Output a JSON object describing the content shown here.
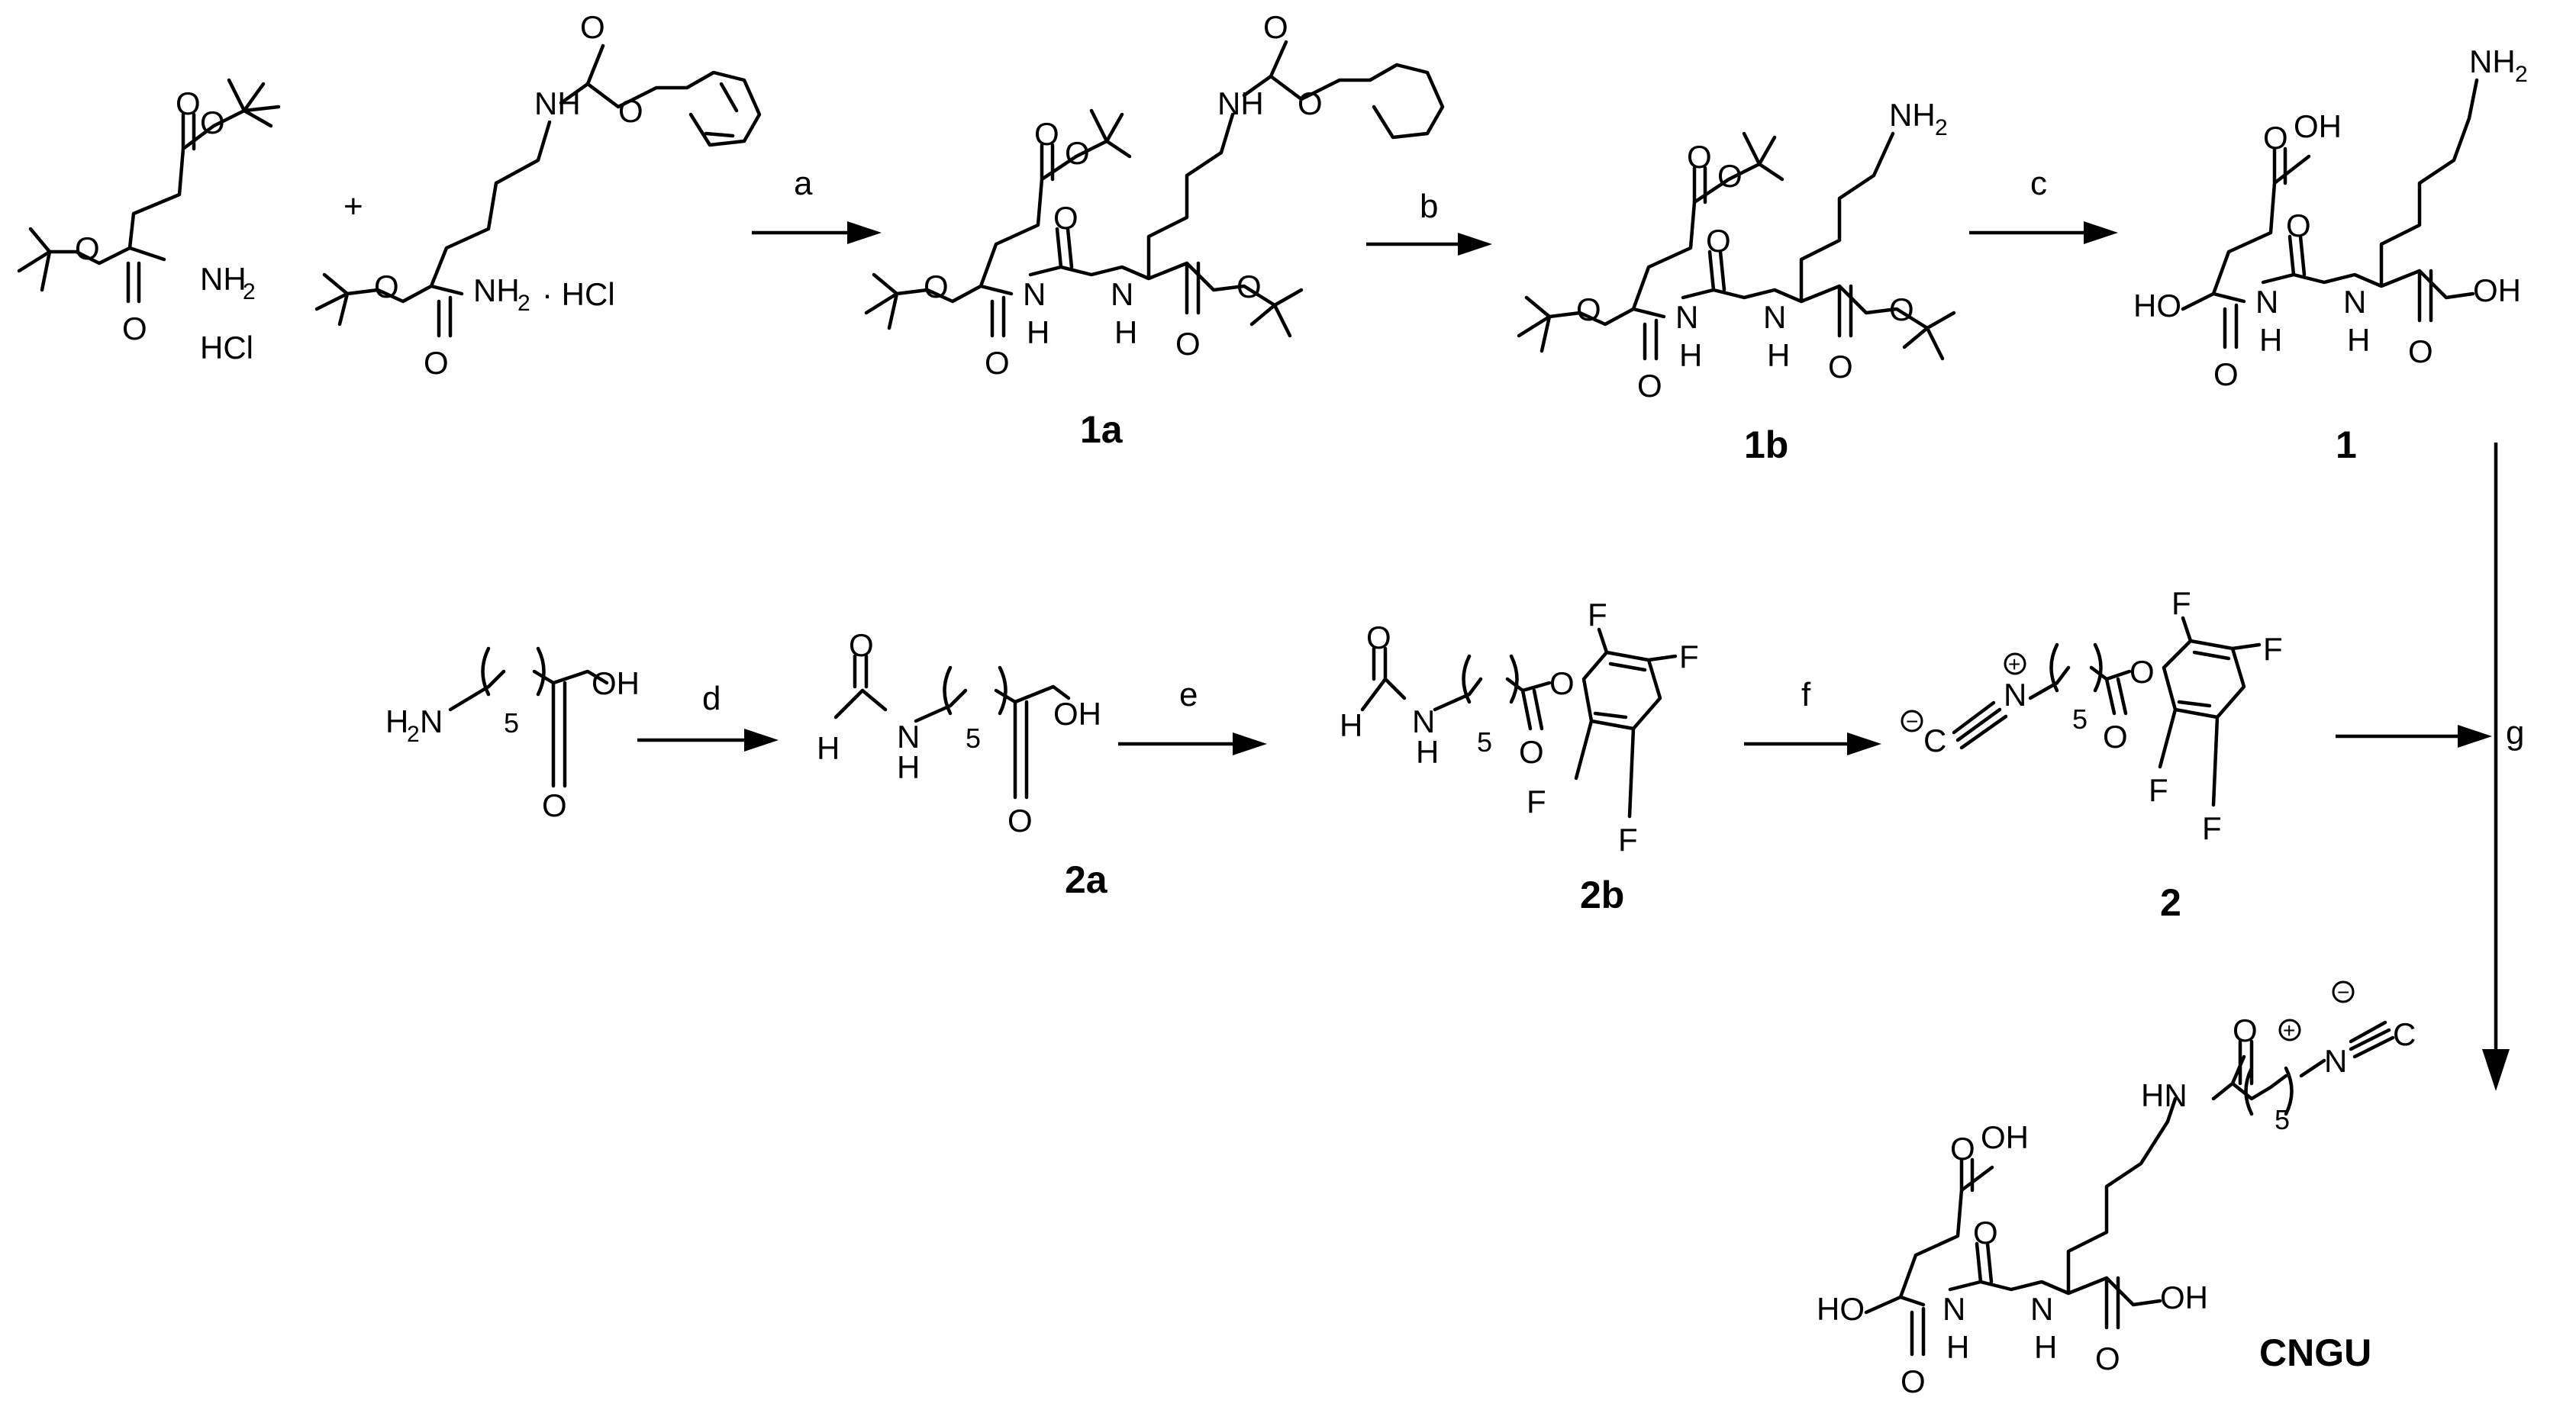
{
  "scheme": {
    "plus_sign": "+",
    "hcl": "HCl",
    "hcl_dot": "· HCl",
    "steps": [
      "a",
      "b",
      "c",
      "d",
      "e",
      "f",
      "g"
    ],
    "compounds": {
      "c1a": "1a",
      "c1b": "1b",
      "c1": "1",
      "c2a": "2a",
      "c2b": "2b",
      "c2": "2",
      "cngu": "CNGU"
    },
    "atoms": {
      "O": "O",
      "OH": "OH",
      "HO": "HO",
      "H": "H",
      "N": "N",
      "NH": "NH",
      "HN": "HN",
      "F": "F",
      "C": "C",
      "two": "2",
      "count5": "5",
      "plus": "+",
      "minus": "−"
    }
  }
}
